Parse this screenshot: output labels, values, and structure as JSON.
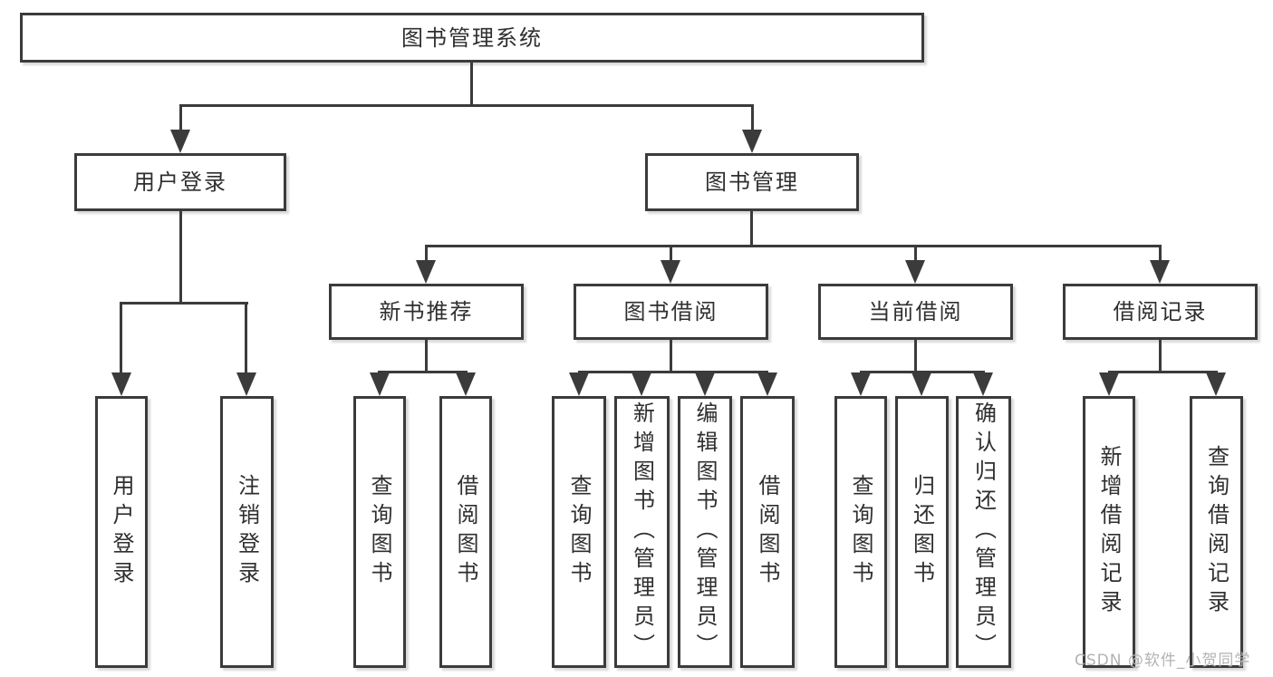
{
  "colors": {
    "line": "#3b3b3b",
    "node-bg": "#ffffff",
    "text": "#2f2f2f",
    "watermark": "#b3b3b3",
    "page-bg": "#ffffff"
  },
  "watermark": "CSDN @软件_小贺同学",
  "tree": {
    "root": {
      "label": "图书管理系统"
    },
    "user_login": {
      "label": "用户登录",
      "children": {
        "login": {
          "label": "用户登录"
        },
        "logout": {
          "label": "注销登录"
        }
      }
    },
    "book_mgmt": {
      "label": "图书管理",
      "children": {
        "new_book": {
          "label": "新书推荐",
          "children": {
            "query": {
              "label": "查询图书"
            },
            "borrow": {
              "label": "借阅图书"
            }
          }
        },
        "borrow": {
          "label": "图书借阅",
          "children": {
            "query": {
              "label": "查询图书"
            },
            "add": {
              "label": "新增图书（管理员）"
            },
            "edit": {
              "label": "编辑图书（管理员）"
            },
            "borrow": {
              "label": "借阅图书"
            }
          }
        },
        "current": {
          "label": "当前借阅",
          "children": {
            "query": {
              "label": "查询图书"
            },
            "return": {
              "label": "归还图书"
            },
            "confirm": {
              "label": "确认归还（管理员）"
            }
          }
        },
        "records": {
          "label": "借阅记录",
          "children": {
            "add": {
              "label": "新增借阅记录"
            },
            "query": {
              "label": "查询借阅记录"
            }
          }
        }
      }
    }
  }
}
